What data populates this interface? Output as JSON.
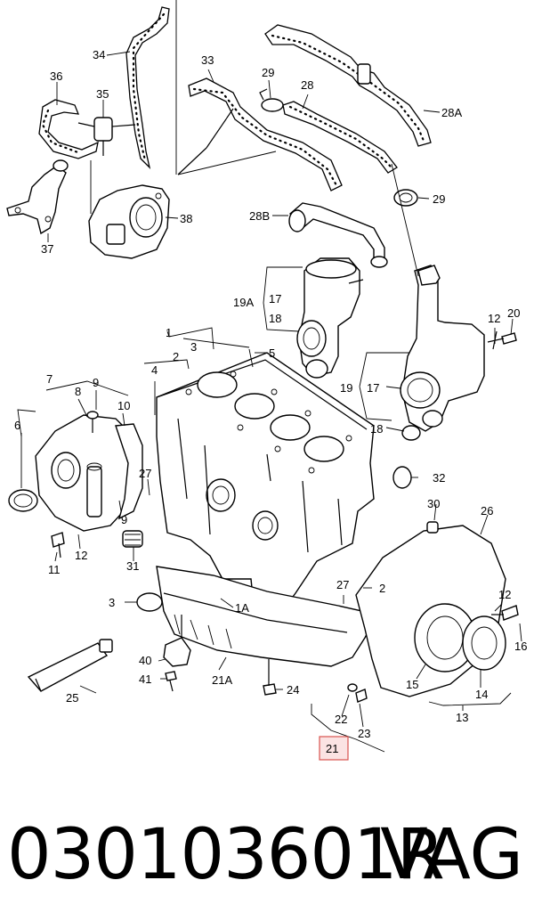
{
  "diagram": {
    "highlight_color": "#d9534f",
    "callouts": {
      "c34": "34",
      "c36": "36",
      "c35": "35",
      "c33": "33",
      "c29a": "29",
      "c28": "28",
      "c28A": "28A",
      "c29b": "29",
      "c28B": "28B",
      "c38": "38",
      "c37": "37",
      "c19A": "19A",
      "c17a": "17",
      "c18a": "18",
      "c12a": "12",
      "c20": "20",
      "c1": "1",
      "c3a": "3",
      "c2a": "2",
      "c5": "5",
      "c4": "4",
      "c7": "7",
      "c8": "8",
      "c9a": "9",
      "c10": "10",
      "c6": "6",
      "c19": "19",
      "c17b": "17",
      "c18b": "18",
      "c27a": "27",
      "c9b": "9",
      "c32": "32",
      "c30": "30",
      "c26": "26",
      "c11": "11",
      "c12b": "12",
      "c31": "31",
      "c3b": "3",
      "c1A": "1A",
      "c27b": "27",
      "c2b": "2",
      "c12c": "12",
      "c16": "16",
      "c40": "40",
      "c41": "41",
      "c21A": "21A",
      "c24": "24",
      "c15": "15",
      "c14": "14",
      "c25": "25",
      "c22": "22",
      "c23": "23",
      "c13": "13",
      "c21": "21"
    }
  },
  "footer": {
    "part_number": "030103601R",
    "brand": "VAG"
  }
}
